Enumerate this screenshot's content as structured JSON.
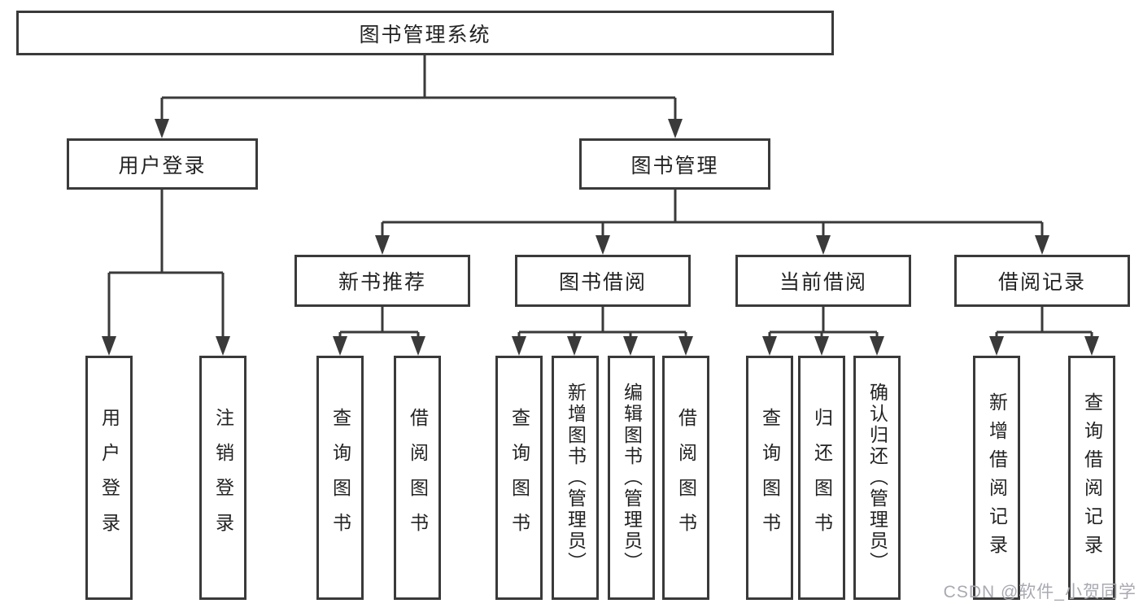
{
  "root": {
    "label": "图书管理系统",
    "children": [
      {
        "label": "用户登录",
        "children": [
          {
            "label": "用户登录"
          },
          {
            "label": "注销登录"
          }
        ]
      },
      {
        "label": "图书管理",
        "children": [
          {
            "label": "新书推荐",
            "children": [
              {
                "label": "查询图书"
              },
              {
                "label": "借阅图书"
              }
            ]
          },
          {
            "label": "图书借阅",
            "children": [
              {
                "label": "查询图书"
              },
              {
                "label": "新增图书（管理员）"
              },
              {
                "label": "编辑图书（管理员）"
              },
              {
                "label": "借阅图书"
              }
            ]
          },
          {
            "label": "当前借阅",
            "children": [
              {
                "label": "查询图书"
              },
              {
                "label": "归还图书"
              },
              {
                "label": "确认归还（管理员）"
              }
            ]
          },
          {
            "label": "借阅记录",
            "children": [
              {
                "label": "新增借阅记录"
              },
              {
                "label": "查询借阅记录"
              }
            ]
          }
        ]
      }
    ]
  },
  "watermark": "CSDN @软件_小贺同学",
  "colors": {
    "line": "#3a3a3a",
    "text": "#232323",
    "watermark": "#a9aab2"
  }
}
